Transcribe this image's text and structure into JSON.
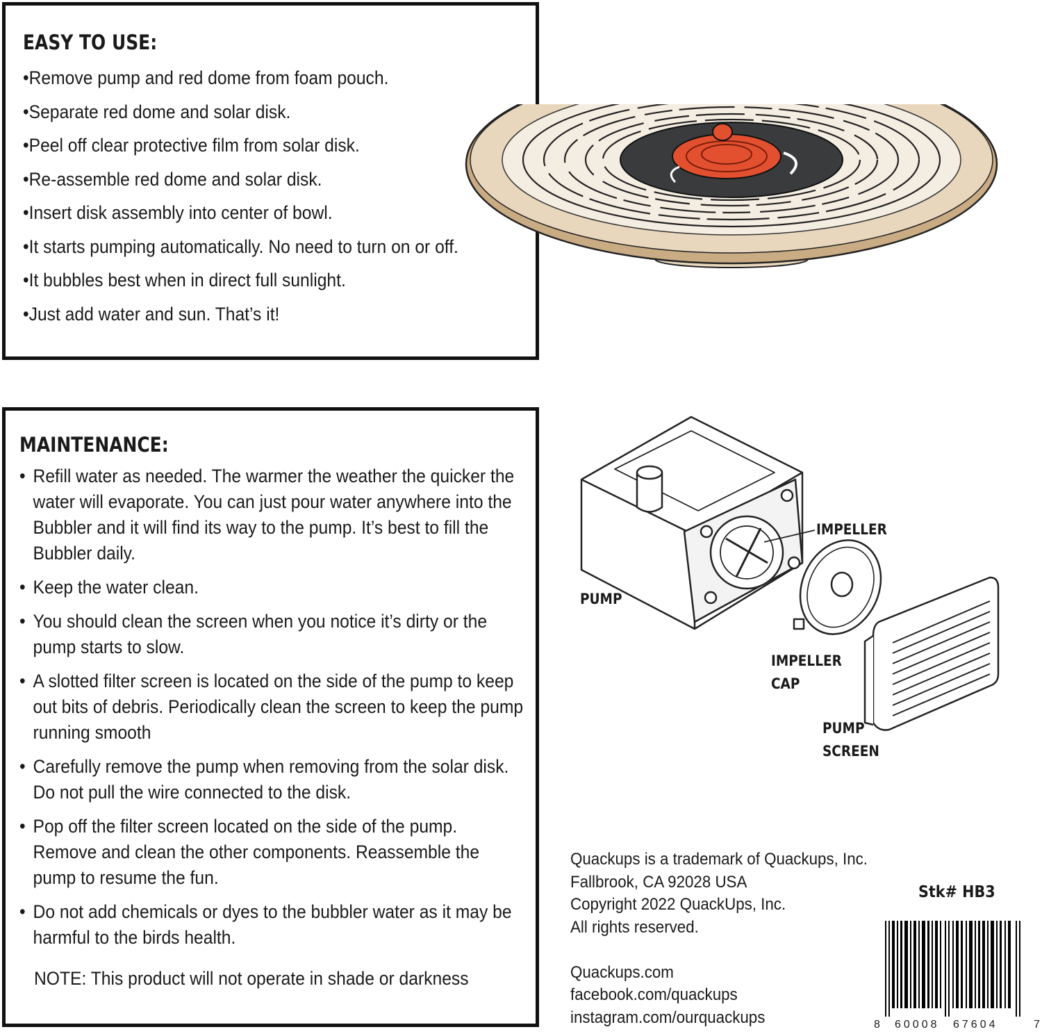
{
  "easy_to_use": {
    "heading": "EASY TO USE:",
    "items": [
      "•Remove pump and red dome from foam pouch.",
      "•Separate red dome and solar disk.",
      "•Peel off clear protective film from solar disk.",
      "•Re-assemble red dome and solar disk.",
      "•Insert disk assembly into center of bowl.",
      "•It starts pumping automatically. No need to turn on or off.",
      "•It bubbles best when in direct full sunlight.",
      "•Just add water and sun. That’s it!"
    ]
  },
  "maintenance": {
    "heading": "MAINTENANCE:",
    "bullet": "•",
    "items": [
      "Refill water as needed. The warmer the weather the quicker the water will evaporate. You can just pour water anywhere into the Bubbler and it will find its way to the pump. It’s best to fill the Bubbler daily.",
      "Keep the water clean.",
      "You should clean the screen when you notice it’s dirty or the pump starts to slow.",
      "A slotted filter screen is located on the side of the pump to keep out bits of debris. Periodically clean the screen to keep the pump running smooth",
      "Carefully remove the pump when removing from the solar disk. Do not pull the wire connected to the disk.",
      "Pop off the filter screen located on the side of the pump. Remove and clean the other components. Reassemble the pump to resume the fun.",
      "Do not add chemicals or dyes to the bubbler water as it may be harmful to the birds health."
    ],
    "note": "NOTE: This product will not operate in shade or darkness"
  },
  "diagram_labels": {
    "impeller": "IMPELLER",
    "pump": "PUMP",
    "impeller_cap_1": "IMPELLER",
    "impeller_cap_2": "CAP",
    "pump_screen_1": "PUMP",
    "pump_screen_2": "SCREEN"
  },
  "footer": {
    "company_lines": [
      "Quackups is a trademark of Quackups, Inc.",
      "Fallbrook, CA 92028 USA",
      "Copyright 2022 QuackUps, Inc.",
      "All rights reserved."
    ],
    "web_lines": [
      "Quackups.com",
      "facebook.com/quackups",
      "instagram.com/ourquackups"
    ],
    "stock_number": "Stk# HB3",
    "barcode_digits": {
      "first": "8",
      "left_group": "60008",
      "right_group": "67604",
      "last": "7"
    }
  },
  "colors": {
    "bowl_tan": "#e9d7bd",
    "bowl_shadow": "#c9ab84",
    "disk_dark": "#3a3b3d",
    "dome_red": "#e2502f",
    "border": "#111111"
  }
}
